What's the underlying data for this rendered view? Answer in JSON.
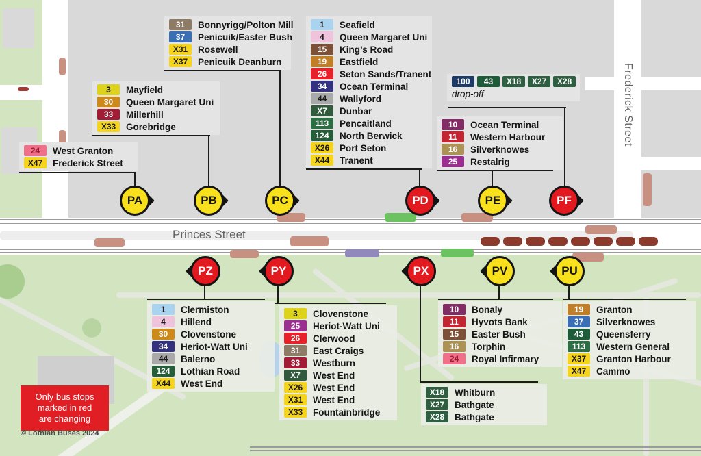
{
  "map": {
    "princes_street_label": "Princes Street",
    "frederick_street_label": "Frederick Street",
    "copyright": "© Lothian Buses 2024",
    "notice_lines": [
      "Only bus stops",
      "marked in red",
      "are changing"
    ],
    "marker_colors": {
      "yellow": "#f8e11c",
      "red": "#e2191f"
    }
  },
  "markers": {
    "PA": {
      "label": "PA",
      "style": "yellow"
    },
    "PB": {
      "label": "PB",
      "style": "yellow"
    },
    "PC": {
      "label": "PC",
      "style": "yellow"
    },
    "PD": {
      "label": "PD",
      "style": "red"
    },
    "PE": {
      "label": "PE",
      "style": "yellow"
    },
    "PF": {
      "label": "PF",
      "style": "red"
    },
    "PZ": {
      "label": "PZ",
      "style": "red"
    },
    "PY": {
      "label": "PY",
      "style": "red"
    },
    "PX": {
      "label": "PX",
      "style": "red"
    },
    "PV": {
      "label": "PV",
      "style": "yellow"
    },
    "PU": {
      "label": "PU",
      "style": "yellow"
    }
  },
  "panels": {
    "PA": {
      "routes": [
        {
          "no": "24",
          "dest": "West Granton"
        },
        {
          "no": "X47",
          "dest": "Frederick Street"
        }
      ]
    },
    "PB": {
      "routes": [
        {
          "no": "3",
          "dest": "Mayfield"
        },
        {
          "no": "30",
          "dest": "Queen Margaret Uni"
        },
        {
          "no": "33",
          "dest": "Millerhill"
        },
        {
          "no": "X33",
          "dest": "Gorebridge"
        }
      ]
    },
    "PC": {
      "routes": [
        {
          "no": "31",
          "dest": "Bonnyrigg/Polton Mill"
        },
        {
          "no": "37",
          "dest": "Penicuik/Easter Bush"
        },
        {
          "no": "X31",
          "dest": "Rosewell"
        },
        {
          "no": "X37",
          "dest": "Penicuik Deanburn"
        }
      ]
    },
    "PD": {
      "routes": [
        {
          "no": "1",
          "dest": "Seafield"
        },
        {
          "no": "4",
          "dest": "Queen Margaret Uni"
        },
        {
          "no": "15",
          "dest": "King’s Road"
        },
        {
          "no": "19",
          "dest": "Eastfield"
        },
        {
          "no": "26",
          "dest": "Seton Sands/Tranent"
        },
        {
          "no": "34",
          "dest": "Ocean Terminal"
        },
        {
          "no": "44",
          "dest": "Wallyford"
        },
        {
          "no": "X7",
          "dest": "Dunbar"
        },
        {
          "no": "113",
          "dest": "Pencaitland"
        },
        {
          "no": "124",
          "dest": "North Berwick"
        },
        {
          "no": "X26",
          "dest": "Port Seton"
        },
        {
          "no": "X44",
          "dest": "Tranent"
        }
      ]
    },
    "PE": {
      "routes": [
        {
          "no": "10",
          "dest": "Ocean Terminal"
        },
        {
          "no": "11",
          "dest": "Western Harbour"
        },
        {
          "no": "16",
          "dest": "Silverknowes"
        },
        {
          "no": "25",
          "dest": "Restalrig"
        }
      ]
    },
    "PF": {
      "note": "drop-off",
      "routes": [
        {
          "no": "100"
        },
        {
          "no": "43"
        },
        {
          "no": "X18"
        },
        {
          "no": "X27"
        },
        {
          "no": "X28"
        }
      ]
    },
    "PZ": {
      "routes": [
        {
          "no": "1",
          "dest": "Clermiston"
        },
        {
          "no": "4",
          "dest": "Hillend"
        },
        {
          "no": "30",
          "dest": "Clovenstone"
        },
        {
          "no": "34",
          "dest": "Heriot-Watt Uni"
        },
        {
          "no": "44",
          "dest": "Balerno"
        },
        {
          "no": "124",
          "dest": "Lothian Road"
        },
        {
          "no": "X44",
          "dest": "West End"
        }
      ]
    },
    "PY": {
      "routes": [
        {
          "no": "3",
          "dest": "Clovenstone"
        },
        {
          "no": "25",
          "dest": "Heriot-Watt Uni"
        },
        {
          "no": "26",
          "dest": "Clerwood"
        },
        {
          "no": "31",
          "dest": "East Craigs"
        },
        {
          "no": "33",
          "dest": "Westburn"
        },
        {
          "no": "X7",
          "dest": "West End"
        },
        {
          "no": "X26",
          "dest": "West End"
        },
        {
          "no": "X31",
          "dest": "West End"
        },
        {
          "no": "X33",
          "dest": "Fountainbridge"
        }
      ]
    },
    "PX": {
      "routes": [
        {
          "no": "X18",
          "dest": "Whitburn"
        },
        {
          "no": "X27",
          "dest": "Bathgate"
        },
        {
          "no": "X28",
          "dest": "Bathgate"
        }
      ]
    },
    "PV": {
      "routes": [
        {
          "no": "10",
          "dest": "Bonaly"
        },
        {
          "no": "11",
          "dest": "Hyvots Bank"
        },
        {
          "no": "15",
          "dest": "Easter Bush"
        },
        {
          "no": "16",
          "dest": "Torphin"
        },
        {
          "no": "24",
          "dest": "Royal Infirmary"
        }
      ]
    },
    "PU": {
      "routes": [
        {
          "no": "19",
          "dest": "Granton"
        },
        {
          "no": "37",
          "dest": "Silverknowes"
        },
        {
          "no": "43",
          "dest": "Queensferry"
        },
        {
          "no": "113",
          "dest": "Western General"
        },
        {
          "no": "X37",
          "dest": "Granton Harbour"
        },
        {
          "no": "X47",
          "dest": "Cammo"
        }
      ]
    }
  },
  "route_colors": {
    "1": [
      "#a9d3ef",
      "#1a1a1a"
    ],
    "3": [
      "#ded31b",
      "#1a1a1a"
    ],
    "4": [
      "#efc3dc",
      "#1a1a1a"
    ],
    "10": [
      "#822c66",
      "#ffffff"
    ],
    "11": [
      "#c22633",
      "#ffffff"
    ],
    "15": [
      "#7d5138",
      "#ffffff"
    ],
    "16": [
      "#ad9255",
      "#ffffff"
    ],
    "19": [
      "#bf7e27",
      "#ffffff"
    ],
    "24": [
      "#ef7088",
      "#9c1c31"
    ],
    "25": [
      "#9a2f90",
      "#ffffff"
    ],
    "26": [
      "#e62129",
      "#ffffff"
    ],
    "30": [
      "#cd8a1a",
      "#ffffff"
    ],
    "31": [
      "#8d7b65",
      "#ffffff"
    ],
    "33": [
      "#a31c35",
      "#ffffff"
    ],
    "34": [
      "#33327e",
      "#ffffff"
    ],
    "37": [
      "#3a6fb5",
      "#ffffff"
    ],
    "43": [
      "#1e5b38",
      "#ffffff"
    ],
    "44": [
      "#a9a9a9",
      "#1a1a1a"
    ],
    "100": [
      "#1d3b66",
      "#ffffff"
    ],
    "113": [
      "#2d6e44",
      "#ffffff"
    ],
    "124": [
      "#255d39",
      "#ffffff"
    ],
    "X7": [
      "#315a3c",
      "#ffffff"
    ],
    "X18": [
      "#2e5f41",
      "#ffffff"
    ],
    "X26": [
      "#f5d41e",
      "#1a1a1a"
    ],
    "X27": [
      "#2e5f41",
      "#ffffff"
    ],
    "X28": [
      "#2e5f41",
      "#ffffff"
    ],
    "X31": [
      "#f5d41e",
      "#1a1a1a"
    ],
    "X33": [
      "#f5d41e",
      "#1a1a1a"
    ],
    "X37": [
      "#f5d41e",
      "#1a1a1a"
    ],
    "X44": [
      "#f5d41e",
      "#1a1a1a"
    ],
    "X47": [
      "#f5d41e",
      "#1a1a1a"
    ]
  }
}
